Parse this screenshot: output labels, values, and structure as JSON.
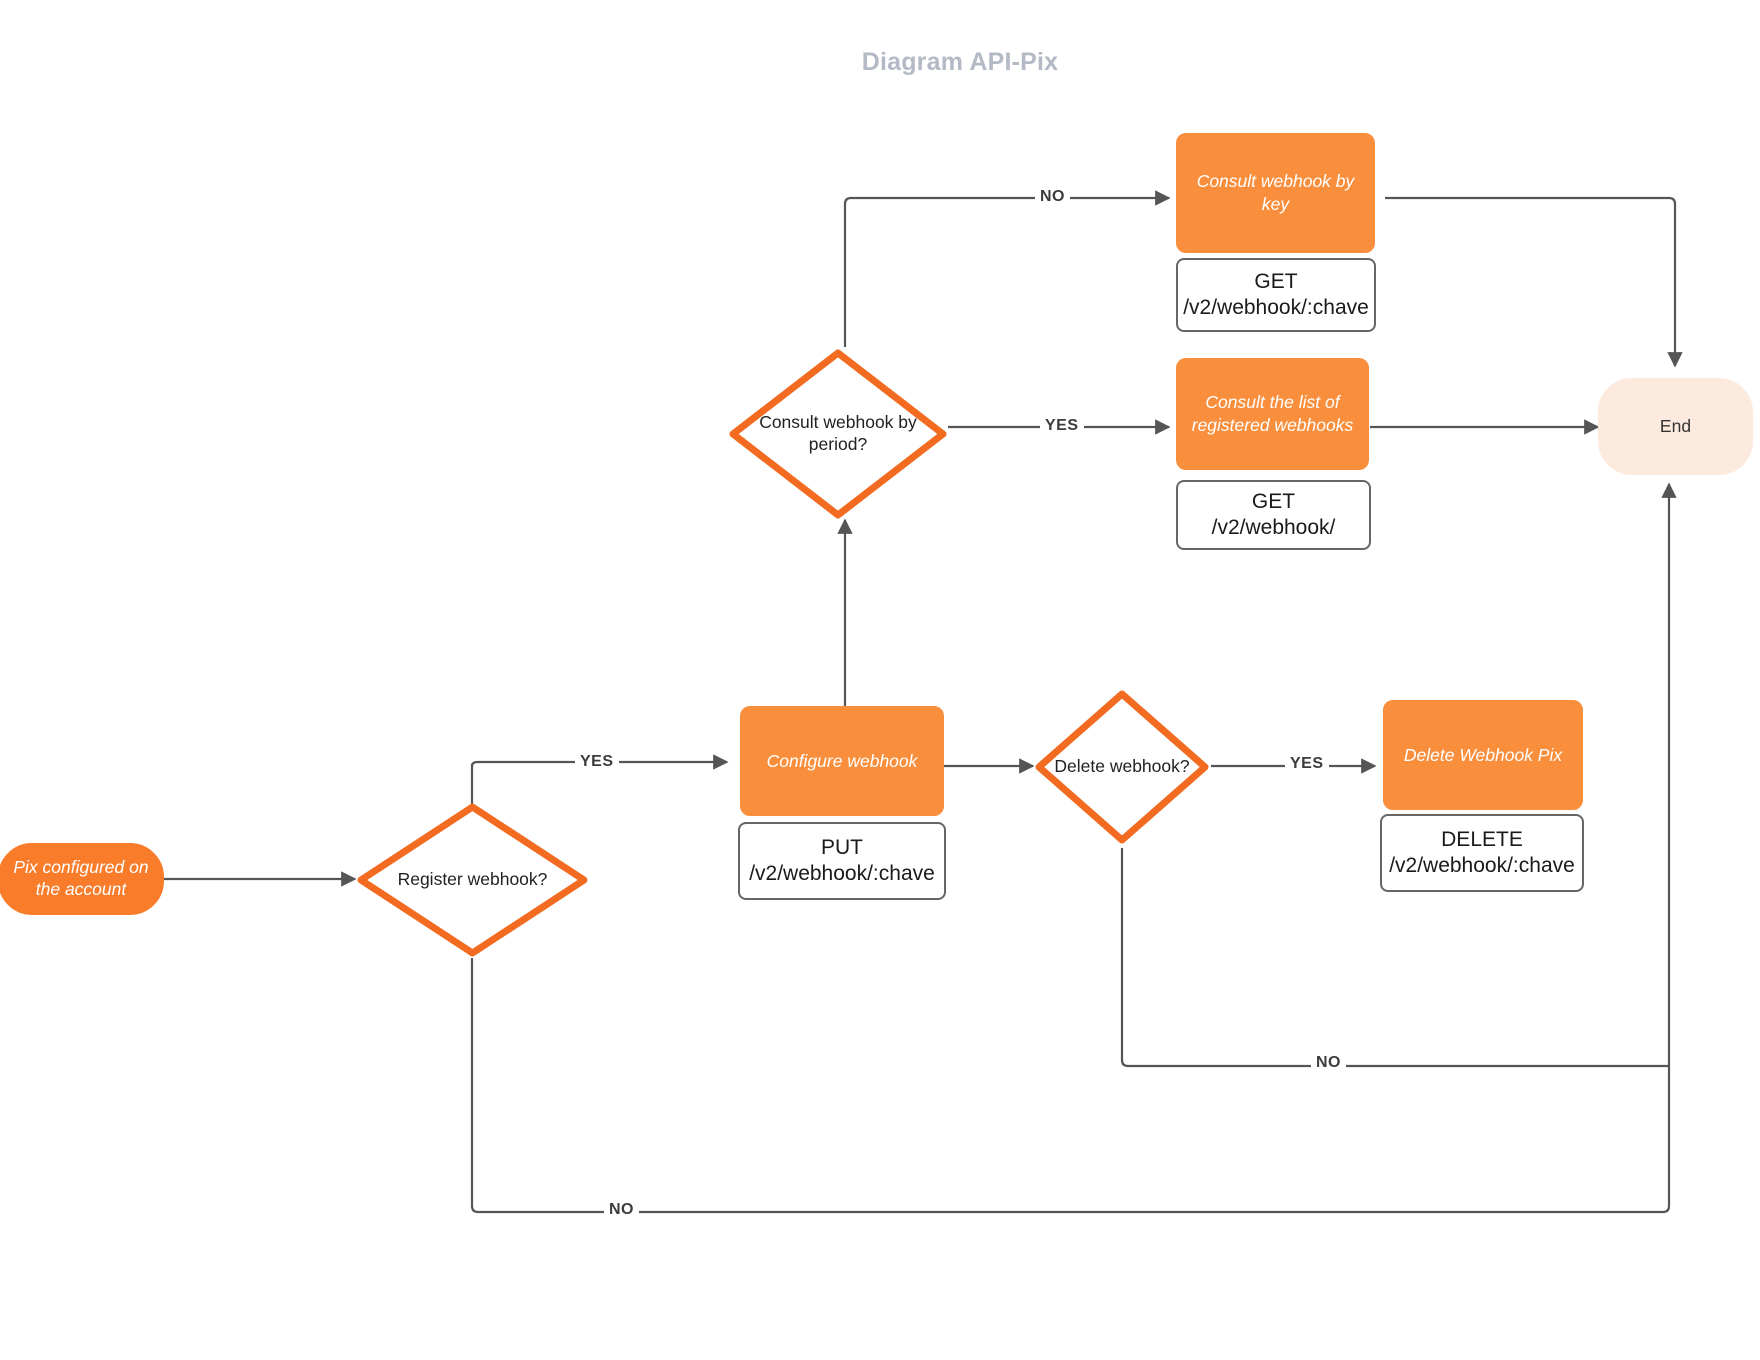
{
  "diagram": {
    "title": "Diagram API-Pix",
    "colors": {
      "process_fill": "#f98f3d",
      "start_fill": "#f97c2b",
      "end_fill": "#fdeade",
      "decision_stroke": "#f26b21",
      "edge_stroke": "#555555",
      "title_color": "#b3bac5",
      "endpoint_border": "#666666"
    },
    "nodes": {
      "start": {
        "label": "Pix configured on the account"
      },
      "register_decision": {
        "label": "Register webhook?"
      },
      "configure": {
        "label": "Configure webhook",
        "verb": "PUT",
        "path": "/v2/webhook/:chave"
      },
      "consult_period_decision": {
        "label": "Consult webhook by period?"
      },
      "consult_by_key": {
        "label": "Consult webhook by key",
        "verb": "GET",
        "path": "/v2/webhook/:chave"
      },
      "consult_list": {
        "label": "Consult the list of registered webhooks",
        "verb": "GET",
        "path": "/v2/webhook/"
      },
      "delete_decision": {
        "label": "Delete webhook?"
      },
      "delete_webhook": {
        "label": "Delete Webhook Pix",
        "verb": "DELETE",
        "path": "/v2/webhook/:chave"
      },
      "end": {
        "label": "End"
      }
    },
    "edges": {
      "register_yes": "YES",
      "register_no": "NO",
      "consult_period_no": "NO",
      "consult_period_yes": "YES",
      "delete_yes": "YES",
      "delete_no": "NO"
    }
  }
}
